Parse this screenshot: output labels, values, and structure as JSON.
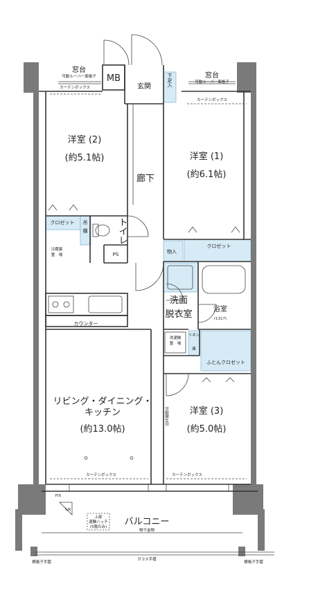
{
  "labels": {
    "window_left": "窓台",
    "window_left_sub": "可動ルーバー面格子",
    "curtain_box_left_top": "カーテンボックス",
    "mb": "MB",
    "entrance": "玄関",
    "shoe_storage": "下足入",
    "window_right": "窓台",
    "window_right_sub": "可動ルーバー面格子",
    "curtain_box_right_top": "カーテンボックス",
    "room2_name": "洋室 (2)",
    "room2_size": "(約5.1帖)",
    "room1_name": "洋室 (1)",
    "room1_size": "(約6.1帖)",
    "hallway": "廊下",
    "closet_left": "クロゼット",
    "hanging": "吊",
    "shelf": "棚",
    "toilet": "トイレ",
    "fridge_1": "冷蔵庫",
    "fridge_2": "置　場",
    "ps": "PS",
    "storage": "物入",
    "closet_right": "クロゼット",
    "washroom_1": "洗面",
    "washroom_2": "脱衣室",
    "bath": "浴室",
    "bath_size": "(1317)",
    "washer_1": "洗濯機",
    "washer_2": "置　場",
    "linen_1": "リネン",
    "linen_2": "庫",
    "futon_closet": "ふとんクロゼット",
    "counter": "カウンター",
    "ldk_name_1": "リビング・ダイニング・",
    "ldk_name_2": "キッチン",
    "ldk_size": "(約13.0帖)",
    "room3_name": "洋室 (3)",
    "room3_size": "(約5.0帖)",
    "movable_storage": "可動間仕切",
    "curtain_box_ldk": "カーテンボックス",
    "curtain_box_room3": "カーテンボックス",
    "fix": "FIX",
    "sk": "S/K",
    "hatch_1": "上部",
    "hatch_2": "避難ハッチ",
    "hatch_3": "(5階のみ)",
    "balcony": "バルコニー",
    "handrail_top": "物干金物",
    "glass_handrail": "ガラス手摺",
    "lattice_left": "横格子手摺",
    "lattice_right": "横格子手摺"
  },
  "colors": {
    "wall": "#7a7a7a",
    "storage_fill": "#d6ebf6",
    "line": "#333333"
  }
}
